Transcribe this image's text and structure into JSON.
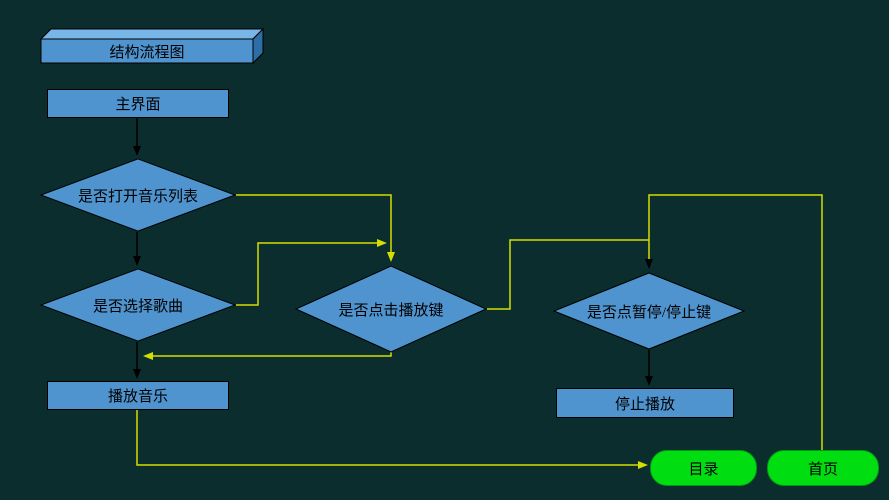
{
  "slide": {
    "title": "结构流程图",
    "nodes": {
      "main": "主界面",
      "open_list": "是否打开音乐列表",
      "select_song": "是否选择歌曲",
      "play_music": "播放音乐",
      "click_play": "是否点击播放键",
      "pause_stop": "是否点暂停/停止键",
      "stop_play": "停止播放"
    },
    "nav_buttons": {
      "toc": "目录",
      "home": "首页"
    },
    "colors": {
      "background": "#0c2d2d",
      "shape_fill": "#4f94ce",
      "connector_yellow": "#d4de00",
      "arrow_black": "#000000",
      "nav_button_green": "#00dd11"
    }
  }
}
